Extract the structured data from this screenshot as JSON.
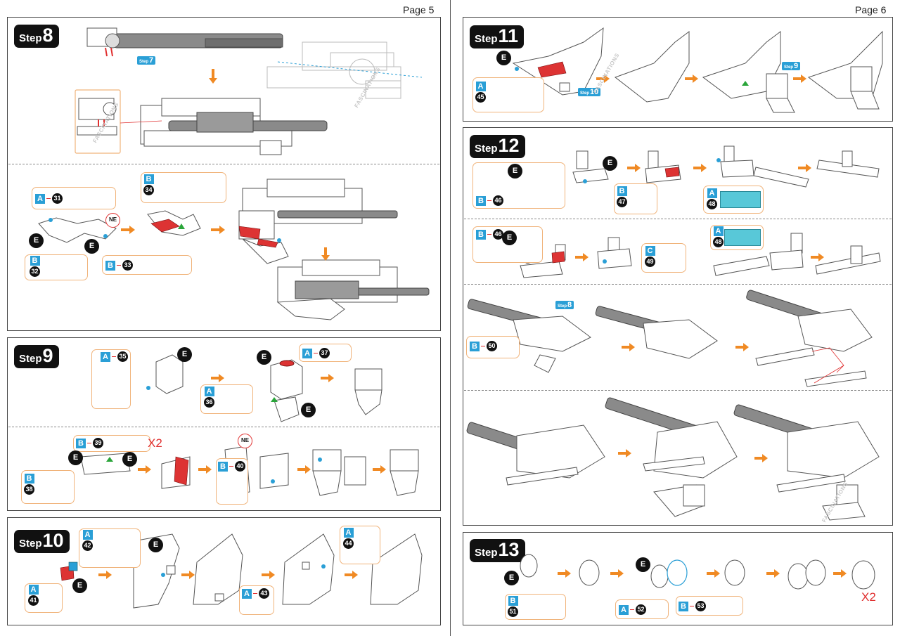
{
  "pages": {
    "left": "Page 5",
    "right": "Page 6"
  },
  "steps": {
    "s8": {
      "word": "Step",
      "num": "8"
    },
    "s9": {
      "word": "Step",
      "num": "9"
    },
    "s10": {
      "word": "Step",
      "num": "10"
    },
    "s11": {
      "word": "Step",
      "num": "11"
    },
    "s12": {
      "word": "Step",
      "num": "12"
    },
    "s13": {
      "word": "Step",
      "num": "13"
    }
  },
  "refs": {
    "r7": "7",
    "r10": "10",
    "r9": "9",
    "r8": "8",
    "step_word": "Step"
  },
  "marker": {
    "E": "E",
    "NE": "NE"
  },
  "multiplier": "X2",
  "watermark": "FASCINATIONS",
  "colors": {
    "sheet_a": "#2a9fd6",
    "sheet_b": "#2a9fd6",
    "sheet_c": "#2a9fd6",
    "accent_arrow": "#f08a24",
    "frame": "#f0b37a",
    "red": "#e03030"
  },
  "parts": {
    "p31": {
      "sheet": "A",
      "num": "31"
    },
    "p32": {
      "sheet": "B",
      "num": "32"
    },
    "p33": {
      "sheet": "B",
      "num": "33"
    },
    "p34": {
      "sheet": "B",
      "num": "34"
    },
    "p35": {
      "sheet": "A",
      "num": "35"
    },
    "p36": {
      "sheet": "A",
      "num": "36"
    },
    "p37": {
      "sheet": "A",
      "num": "37"
    },
    "p38": {
      "sheet": "B",
      "num": "38"
    },
    "p39": {
      "sheet": "B",
      "num": "39"
    },
    "p40": {
      "sheet": "B",
      "num": "40"
    },
    "p41": {
      "sheet": "A",
      "num": "41"
    },
    "p42": {
      "sheet": "A",
      "num": "42"
    },
    "p43": {
      "sheet": "A",
      "num": "43"
    },
    "p44": {
      "sheet": "A",
      "num": "44"
    },
    "p45": {
      "sheet": "A",
      "num": "45"
    },
    "p46a": {
      "sheet": "B",
      "num": "46"
    },
    "p46b": {
      "sheet": "B",
      "num": "46"
    },
    "p47": {
      "sheet": "B",
      "num": "47"
    },
    "p48a": {
      "sheet": "A",
      "num": "48"
    },
    "p48b": {
      "sheet": "A",
      "num": "48"
    },
    "p49": {
      "sheet": "C",
      "num": "49"
    },
    "p50": {
      "sheet": "B",
      "num": "50"
    },
    "p51": {
      "sheet": "B",
      "num": "51"
    },
    "p52": {
      "sheet": "A",
      "num": "52"
    },
    "p53": {
      "sheet": "B",
      "num": "53"
    }
  }
}
